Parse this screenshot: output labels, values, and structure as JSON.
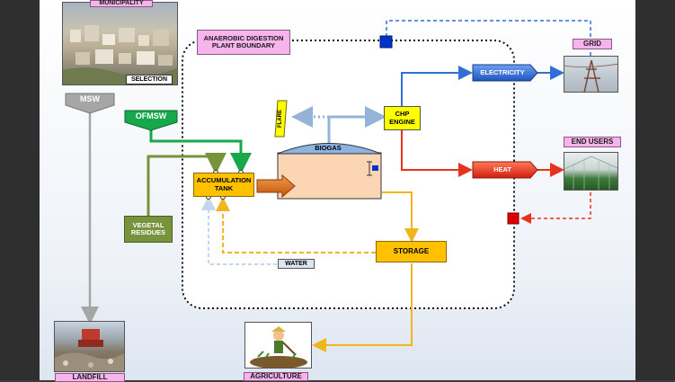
{
  "labels": {
    "municipality": "MUNICIPALITY",
    "selection": "SELECTION",
    "msw": "MSW",
    "ofmsw": "OFMSW",
    "boundary": "ANAEROBIC DIGESTION\nPLANT BOUNDARY",
    "flare": "FLARE",
    "biogas": "BIOGAS",
    "chp": "CHP\nENGINE",
    "electricity": "ELECTRICITY",
    "grid": "GRID",
    "heat": "HEAT",
    "end_users": "END USERS",
    "accumulation": "ACCUMULATION\nTANK",
    "vegetal": "VEGETAL\nRESIDUES",
    "storage": "STORAGE",
    "water": "WATER",
    "landfill": "LANDFILL",
    "agriculture": "AGRICULTURE"
  },
  "colors": {
    "msw_grey": "#a6a6a6",
    "ofmsw_green": "#17a84b",
    "vegetal_green": "#77933c",
    "tank_orange": "#ffc000",
    "biogas_blue": "#95b3d7",
    "electricity_blue": "#2f6fd6",
    "heat_red": "#e8321e",
    "chp_yellow": "#ffff00",
    "storage_gold": "#f2b51d",
    "label_pink": "#f7b3ec"
  }
}
